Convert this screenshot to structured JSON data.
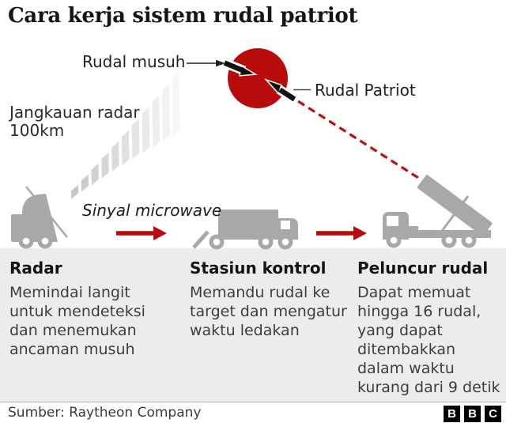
{
  "title": "Cara kerja sistem rudal patriot",
  "diagram": {
    "enemy_missile_label": "Rudal musuh",
    "patriot_missile_label": "Rudal Patriot",
    "radar_range_label": "Jangkauan radar\n100km",
    "microwave_label": "Sinyal microwave"
  },
  "panel": {
    "columns": [
      {
        "heading": "Radar",
        "body": "Memindai langit untuk mendeteksi dan menemukan ancaman musuh"
      },
      {
        "heading": "Stasiun kontrol",
        "body": "Memandu rudal ke target dan mengatur waktu ledakan"
      },
      {
        "heading": "Peluncur rudal",
        "body": "Dapat memuat hingga 16 rudal, yang dapat ditembakkan dalam waktu kurang dari 9 detik"
      }
    ]
  },
  "footer": {
    "source": "Sumber: Raytheon Company",
    "logo": [
      "B",
      "B",
      "C"
    ]
  },
  "colors": {
    "accent_red": "#b80c0c",
    "dash_red": "#c20d0d",
    "vehicle_gray": "#a7a8aa",
    "panel_bg": "#ececec"
  }
}
